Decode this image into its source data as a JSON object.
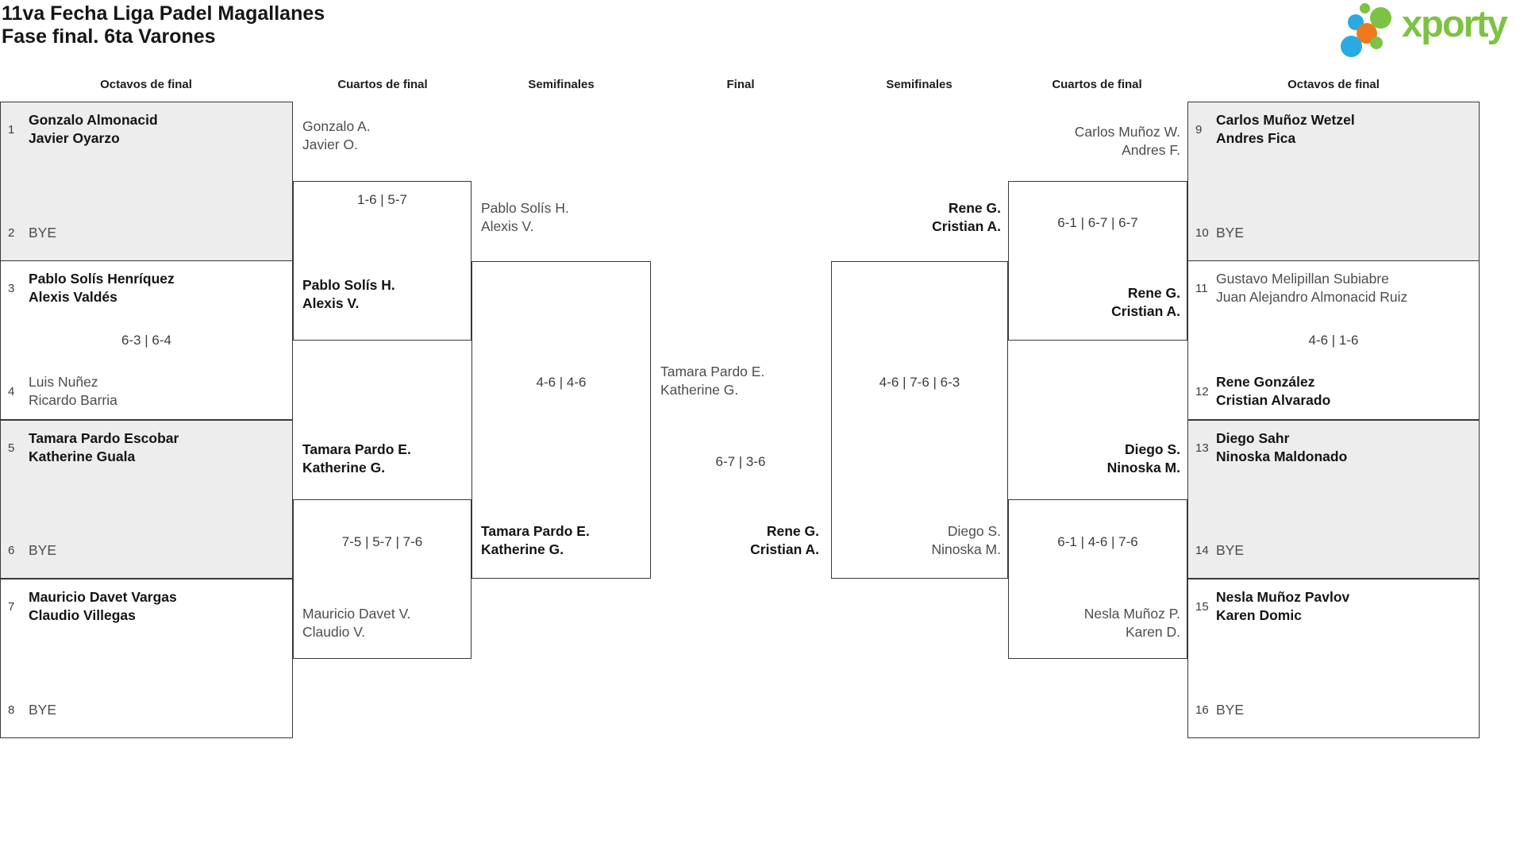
{
  "title": {
    "line1": "11va Fecha Liga Padel Magallanes",
    "line2": "Fase final. 6ta Varones"
  },
  "logo": {
    "text": "xporty",
    "green": "#7dc242",
    "blue": "#29abe2",
    "orange": "#f0781e"
  },
  "round_headers": [
    "Octavos de final",
    "Cuartos de final",
    "Semifinales",
    "Final",
    "Semifinales",
    "Cuartos de final",
    "Octavos de final"
  ],
  "colors": {
    "box_fill_shaded": "#ededed",
    "border": "#383838",
    "winner_text": "#141414",
    "regular_text": "#4d4d4d"
  },
  "octavos_left": [
    {
      "seed_top": "1",
      "top_lines": [
        "Gonzalo Almonacid",
        "Javier Oyarzo"
      ],
      "score": "",
      "seed_bottom": "2",
      "bottom_lines": [
        "BYE"
      ],
      "winner": "top"
    },
    {
      "seed_top": "3",
      "top_lines": [
        "Pablo Solís Henríquez",
        "Alexis Valdés"
      ],
      "score": "6-3 | 6-4",
      "seed_bottom": "4",
      "bottom_lines": [
        "Luis Nuñez",
        "Ricardo Barria"
      ],
      "winner": "top"
    },
    {
      "seed_top": "5",
      "top_lines": [
        "Tamara Pardo Escobar",
        "Katherine Guala"
      ],
      "score": "",
      "seed_bottom": "6",
      "bottom_lines": [
        "BYE"
      ],
      "winner": "top"
    },
    {
      "seed_top": "7",
      "top_lines": [
        "Mauricio Davet Vargas",
        "Claudio Villegas"
      ],
      "score": "",
      "seed_bottom": "8",
      "bottom_lines": [
        "BYE"
      ],
      "winner": "top"
    }
  ],
  "octavos_right": [
    {
      "seed_top": "9",
      "top_lines": [
        "Carlos Muñoz Wetzel",
        "Andres Fica"
      ],
      "score": "",
      "seed_bottom": "10",
      "bottom_lines": [
        "BYE"
      ],
      "winner": "top"
    },
    {
      "seed_top": "11",
      "top_lines": [
        "Gustavo Melipillan Subiabre",
        "Juan Alejandro Almonacid Ruiz"
      ],
      "score": "4-6 | 1-6",
      "seed_bottom": "12",
      "bottom_lines": [
        "Rene González",
        "Cristian Alvarado"
      ],
      "winner": "bottom"
    },
    {
      "seed_top": "13",
      "top_lines": [
        "Diego Sahr",
        "Ninoska Maldonado"
      ],
      "score": "",
      "seed_bottom": "14",
      "bottom_lines": [
        "BYE"
      ],
      "winner": "top"
    },
    {
      "seed_top": "15",
      "top_lines": [
        "Nesla Muñoz Pavlov",
        "Karen Domic"
      ],
      "score": "",
      "seed_bottom": "16",
      "bottom_lines": [
        "BYE"
      ],
      "winner": "top"
    }
  ],
  "rounds_left": {
    "qf1": {
      "team1": [
        "Gonzalo A.",
        "Javier O."
      ],
      "score": "1-6 | 5-7",
      "team2": [
        "Pablo Solís H.",
        "Alexis V."
      ],
      "winner": "team2"
    },
    "qf2": {
      "team1": [
        "Tamara Pardo E.",
        "Katherine G."
      ],
      "score": "7-5 | 5-7 | 7-6",
      "team2": [
        "Mauricio Davet V.",
        "Claudio V."
      ],
      "winner": "team1"
    },
    "sf": {
      "team1": [
        "Pablo Solís H.",
        "Alexis V."
      ],
      "score": "4-6 | 4-6",
      "team2": [
        "Tamara Pardo E.",
        "Katherine G."
      ],
      "winner": "team2"
    }
  },
  "final": {
    "team1": [
      "Tamara Pardo E.",
      "Katherine G."
    ],
    "score": "6-7 | 3-6",
    "team2": [
      "Rene G.",
      "Cristian A."
    ],
    "winner": "team2"
  },
  "rounds_right": {
    "qf1": {
      "team1": [
        "Carlos Muñoz W.",
        "Andres F."
      ],
      "score": "6-1 | 6-7 | 6-7",
      "team2": [
        "Rene G.",
        "Cristian A."
      ],
      "winner": "team2"
    },
    "qf2": {
      "team1": [
        "Diego S.",
        "Ninoska M."
      ],
      "score": "6-1 | 4-6 | 7-6",
      "team2": [
        "Nesla Muñoz P.",
        "Karen D."
      ],
      "winner": "team1"
    },
    "sf": {
      "team1": [
        "Rene G.",
        "Cristian A."
      ],
      "score": "4-6 | 7-6 | 6-3",
      "team2": [
        "Diego S.",
        "Ninoska M."
      ],
      "winner": "team1"
    }
  }
}
